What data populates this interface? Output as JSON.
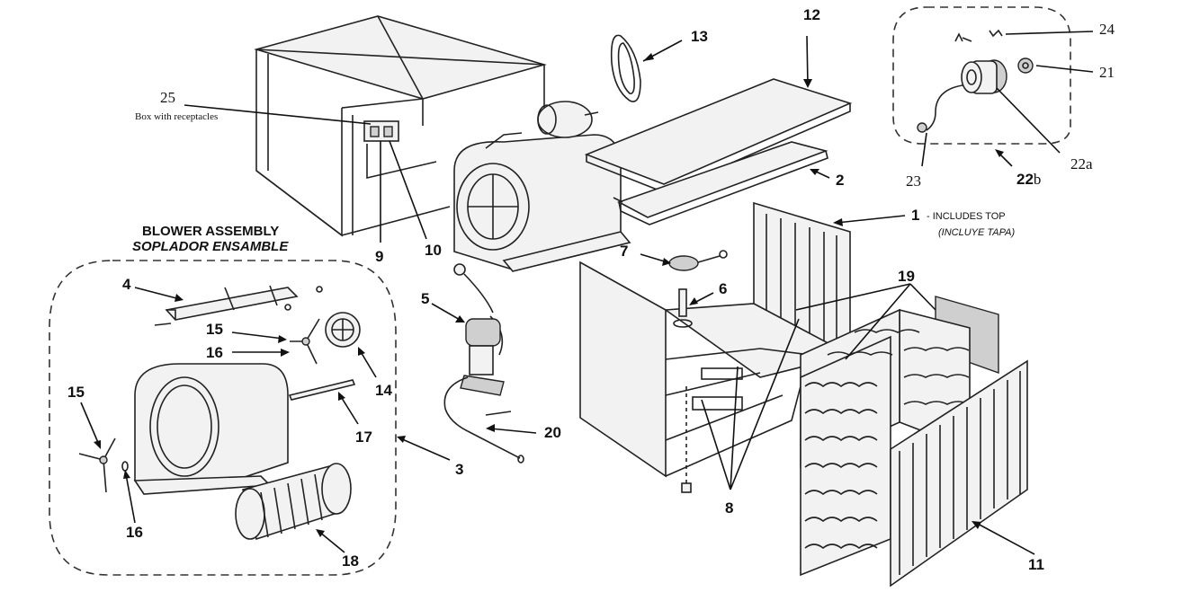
{
  "labels": {
    "p1": "1",
    "p1_note_en": "- INCLUDES TOP",
    "p1_note_es": "(INCLUYE TAPA)",
    "p2": "2",
    "p3": "3",
    "p4": "4",
    "p5": "5",
    "p6": "6",
    "p7": "7",
    "p8": "8",
    "p9": "9",
    "p10": "10",
    "p11": "11",
    "p12": "12",
    "p13": "13",
    "p14": "14",
    "p15a": "15",
    "p15b": "15",
    "p16a": "16",
    "p16b": "16",
    "p17": "17",
    "p18": "18",
    "p19": "19",
    "p20": "20",
    "p21": "21",
    "p22a": "22a",
    "p22b_num": "22",
    "p22b_suffix": "b",
    "p23": "23",
    "p24": "24",
    "p25": "25",
    "p25_caption": "Box with receptacles"
  },
  "blower_assembly": {
    "title_en": "BLOWER ASSEMBLY",
    "title_es": "SOPLADOR ENSAMBLE"
  }
}
